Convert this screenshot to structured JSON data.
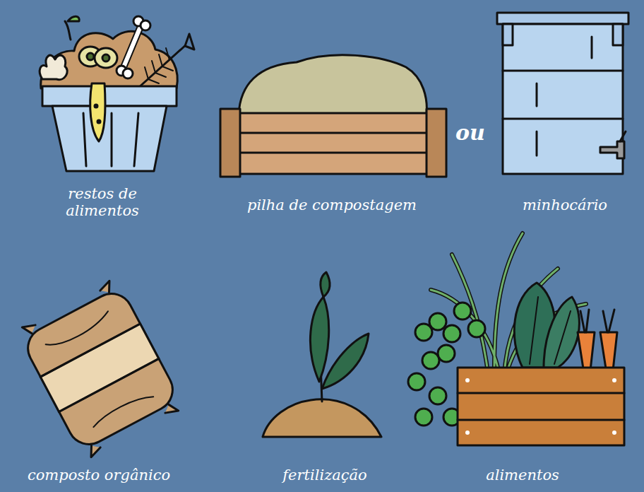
{
  "diagram": {
    "labels": [
      "restos de alimentos",
      "pilha de compostagem",
      "ou",
      "minhocário",
      "composto orgânico",
      "fertilização",
      "alimentos"
    ]
  }
}
